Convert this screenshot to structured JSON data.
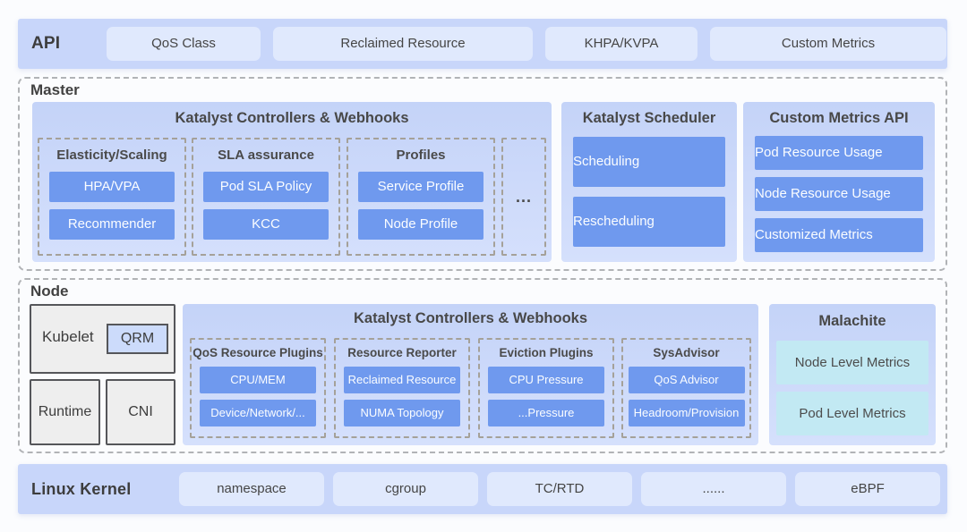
{
  "api_row": {
    "label": "API",
    "items": [
      "QoS Class",
      "Reclaimed Resource",
      "KHPA/KVPA",
      "Custom Metrics"
    ]
  },
  "master": {
    "label": "Master",
    "controllers": {
      "title": "Katalyst Controllers & Webhooks",
      "groups": [
        {
          "title": "Elasticity/Scaling",
          "items": [
            "HPA/VPA",
            "Recommender"
          ]
        },
        {
          "title": "SLA assurance",
          "items": [
            "Pod SLA Policy",
            "KCC"
          ]
        },
        {
          "title": "Profiles",
          "items": [
            "Service Profile",
            "Node Profile"
          ]
        }
      ],
      "more": "..."
    },
    "scheduler": {
      "title": "Katalyst Scheduler",
      "items": [
        "Scheduling",
        "Rescheduling"
      ]
    },
    "custom_metrics_api": {
      "title": "Custom Metrics API",
      "items": [
        "Pod Resource Usage",
        "Node Resource Usage",
        "Customized Metrics"
      ]
    }
  },
  "node": {
    "label": "Node",
    "kubelet": {
      "label": "Kubelet",
      "qrm": "QRM"
    },
    "runtime": "Runtime",
    "cni": "CNI",
    "controllers": {
      "title": "Katalyst Controllers & Webhooks",
      "groups": [
        {
          "title": "QoS Resource Plugins",
          "items": [
            "CPU/MEM",
            "Device/Network/..."
          ]
        },
        {
          "title": "Resource Reporter",
          "items": [
            "Reclaimed Resource",
            "NUMA Topology"
          ]
        },
        {
          "title": "Eviction Plugins",
          "items": [
            "CPU Pressure",
            "...Pressure"
          ]
        },
        {
          "title": "SysAdvisor",
          "items": [
            "QoS Advisor",
            "Headroom/Provision"
          ]
        }
      ]
    },
    "malachite": {
      "title": "Malachite",
      "items": [
        "Node Level Metrics",
        "Pod Level Metrics"
      ]
    }
  },
  "kernel_row": {
    "label": "Linux Kernel",
    "items": [
      "namespace",
      "cgroup",
      "TC/RTD",
      "......",
      "eBPF"
    ]
  },
  "colors": {
    "band_blue": "#c8d6fa",
    "pill_blue": "#e0e9fd",
    "container_blue": "#cdd9fa",
    "button_blue": "#6f99ee",
    "metric_cyan": "#c2e9f3",
    "gray_box": "#eeeeee",
    "dashed_border": "#a5a199",
    "section_border": "#b1b3b6",
    "heading_text": "#414141",
    "button_text": "#fbfdff"
  }
}
